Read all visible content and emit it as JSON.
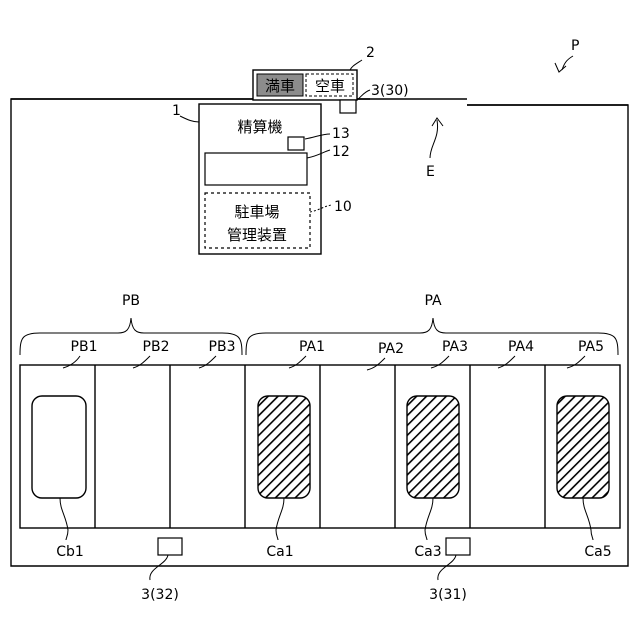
{
  "labels": {
    "sign_ref": "2",
    "sign_full": "満車",
    "sign_vacant": "空車",
    "sensor_top_ref": "3(30)",
    "machine_ref": "1",
    "machine_title": "精算機",
    "item13_ref": "13",
    "item12_ref": "12",
    "item10_ref": "10",
    "mgmt_line1": "駐車場",
    "mgmt_line2": "管理装置",
    "lot_ref": "P",
    "entrance_ref": "E",
    "group_b": "PB",
    "group_a": "PA",
    "sensor_bottom_left_ref": "3(32)",
    "sensor_bottom_right_ref": "3(31)"
  },
  "spaces": [
    "PB1",
    "PB2",
    "PB3",
    "PA1",
    "PA2",
    "PA3",
    "PA4",
    "PA5"
  ],
  "cars": [
    "Cb1",
    "Ca1",
    "Ca3",
    "Ca5"
  ]
}
